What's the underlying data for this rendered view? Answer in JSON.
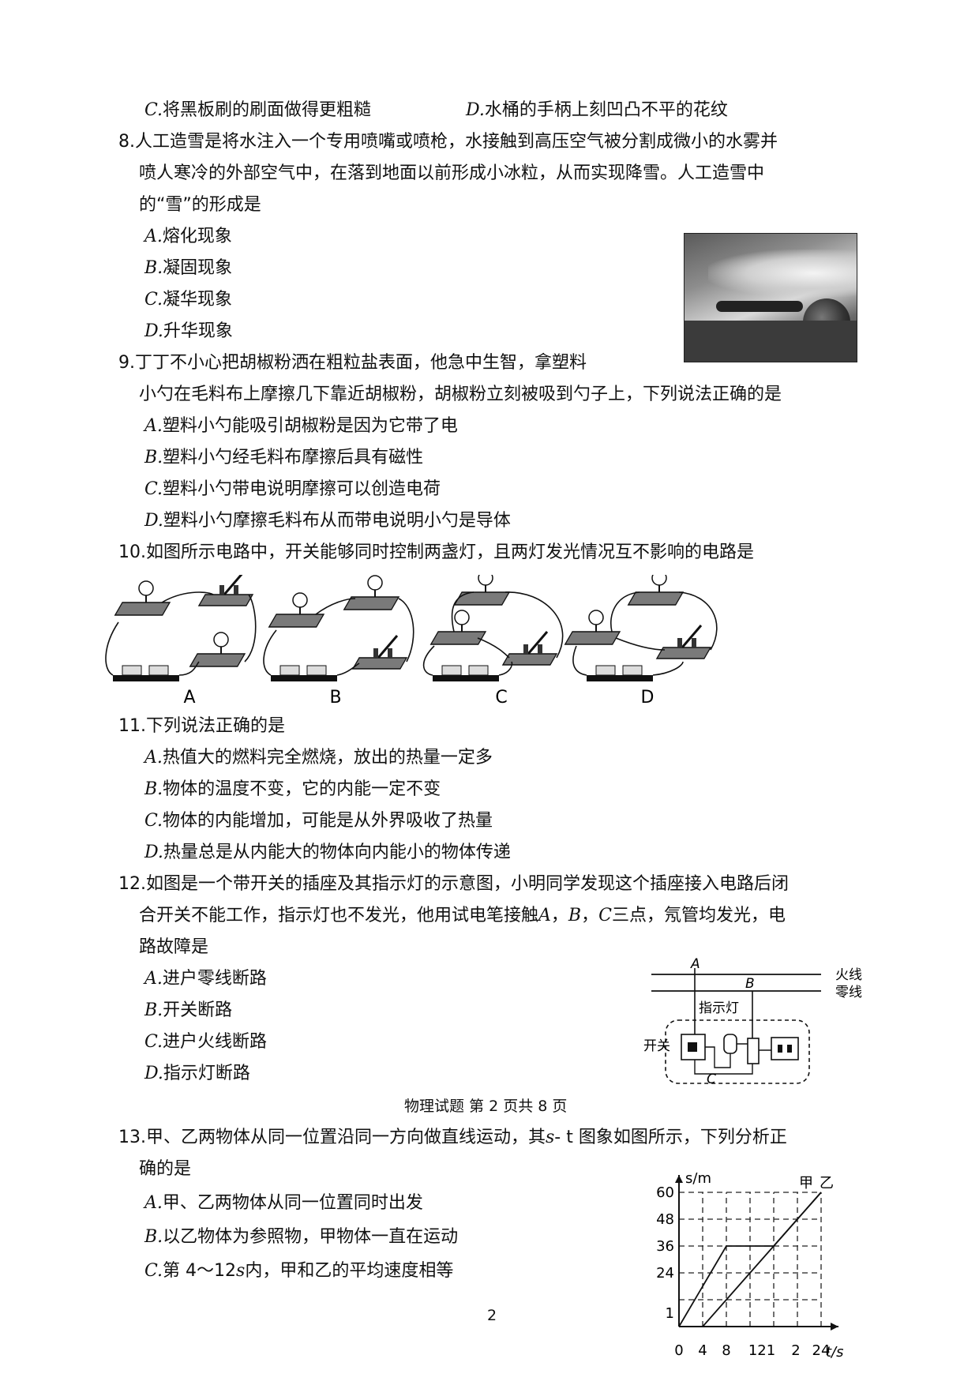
{
  "q7_tail": {
    "opt_c_letter": "C.",
    "opt_c_text": "将黑板刷的刷面做得更粗糙",
    "opt_d_letter": "D.",
    "opt_d_text": "水桶的手柄上刻凹凸不平的花纹"
  },
  "q8": {
    "line1": "8.人工造雪是将水注入一个专用喷嘴或喷枪，水接触到高压空气被分割成微小的水雾并",
    "line2": "喷人寒冷的外部空气中，在落到地面以前形成小冰粒，从而实现降雪。人工造雪中",
    "line3": "的“雪”的形成是",
    "options": [
      {
        "letter": "A.",
        "text": "熔化现象"
      },
      {
        "letter": "B.",
        "text": "凝固现象"
      },
      {
        "letter": "C.",
        "text": "凝华现象"
      },
      {
        "letter": "D.",
        "text": "升华现象"
      }
    ]
  },
  "q9": {
    "line1": "9.丁丁不小心把胡椒粉洒在粗粒盐表面，他急中生智，拿塑料",
    "line2": "小勺在毛料布上摩擦几下靠近胡椒粉，胡椒粉立刻被吸到勺子上，下列说法正确的是",
    "options": [
      {
        "letter": "A.",
        "text": "塑料小勺能吸引胡椒粉是因为它带了电"
      },
      {
        "letter": "B.",
        "text": "塑料小勺经毛料布摩擦后具有磁性"
      },
      {
        "letter": "C.",
        "text": "塑料小勺带电说明摩擦可以创造电荷"
      },
      {
        "letter": "D.",
        "text": "塑料小勺摩擦毛料布从而带电说明小勺是导体"
      }
    ]
  },
  "q10": {
    "line1": "10.如图所示电路中，开关能够同时控制两盏灯，且两灯发光情况互不影响的电路是",
    "labels": [
      "A",
      "B",
      "C",
      "D"
    ]
  },
  "q11": {
    "line1": "11.下列说法正确的是",
    "options": [
      {
        "letter": "A.",
        "text": "热值大的燃料完全燃烧，放出的热量一定多"
      },
      {
        "letter": "B.",
        "text": "物体的温度不变，它的内能一定不变"
      },
      {
        "letter": "C.",
        "text": "物体的内能增加，可能是从外界吸收了热量"
      },
      {
        "letter": "D.",
        "text": "热量总是从内能大的物体向内能小的物体传递"
      }
    ]
  },
  "q12": {
    "line1": "12.如图是一个带开关的插座及其指示灯的示意图，小明同学发现这个插座接入电路后闭",
    "line2_pre": "合开关不能工作，指示灯也不发光，他用试电笔接触",
    "pt_a": "A",
    "sep1": "，",
    "pt_b": "B",
    "sep2": "，",
    "pt_c": "C",
    "line2_post": "三点，氖管均发光，电",
    "line3": "路故障是",
    "options": [
      {
        "letter": "A.",
        "text": "进户零线断路"
      },
      {
        "letter": "B.",
        "text": "开关断路"
      },
      {
        "letter": "C.",
        "text": "进户火线断路"
      },
      {
        "letter": "D.",
        "text": "指示灯断路"
      }
    ],
    "diagram": {
      "label_a": "A",
      "label_b": "B",
      "label_c": "C",
      "live_wire": "火线",
      "neutral_wire": "零线",
      "indicator": "指示灯",
      "switch": "开关"
    }
  },
  "footer_mid": "物理试题  第 2 页共 8 页",
  "q13": {
    "line1_pre": "13.甲、乙两物体从同一位置沿同一方向做直线运动，其",
    "line1_s": "s",
    "line1_post": "- t 图象如图所示，下列分析正",
    "line2": "确的是",
    "options": [
      {
        "letter": "A.",
        "text": "甲、乙两物体从同一位置同时出发"
      },
      {
        "letter": "B.",
        "text": "以乙物体为参照物，甲物体一直在运动"
      }
    ],
    "opt_c_letter": "C.",
    "opt_c_pre": "第 4～12",
    "opt_c_s": "s",
    "opt_c_post": "内，甲和乙的平均速度相等"
  },
  "page_number": "2",
  "chart_data": {
    "type": "line",
    "xlabel": "t/s",
    "ylabel": "s/m",
    "x_tick_labels": [
      "0",
      "4",
      "8",
      "121",
      "2",
      "24"
    ],
    "y_tick_labels": [
      "1",
      "24",
      "36",
      "48",
      "60"
    ],
    "xlim": [
      0,
      24
    ],
    "ylim": [
      0,
      60
    ],
    "grid": true,
    "grid_style": "dashed",
    "series": [
      {
        "name": "甲",
        "x": [
          4,
          8,
          12,
          16,
          20,
          24
        ],
        "y": [
          0,
          12,
          24,
          36,
          48,
          60
        ]
      },
      {
        "name": "乙",
        "x": [
          0,
          8,
          16,
          24
        ],
        "y": [
          0,
          36,
          36,
          60
        ]
      }
    ]
  }
}
